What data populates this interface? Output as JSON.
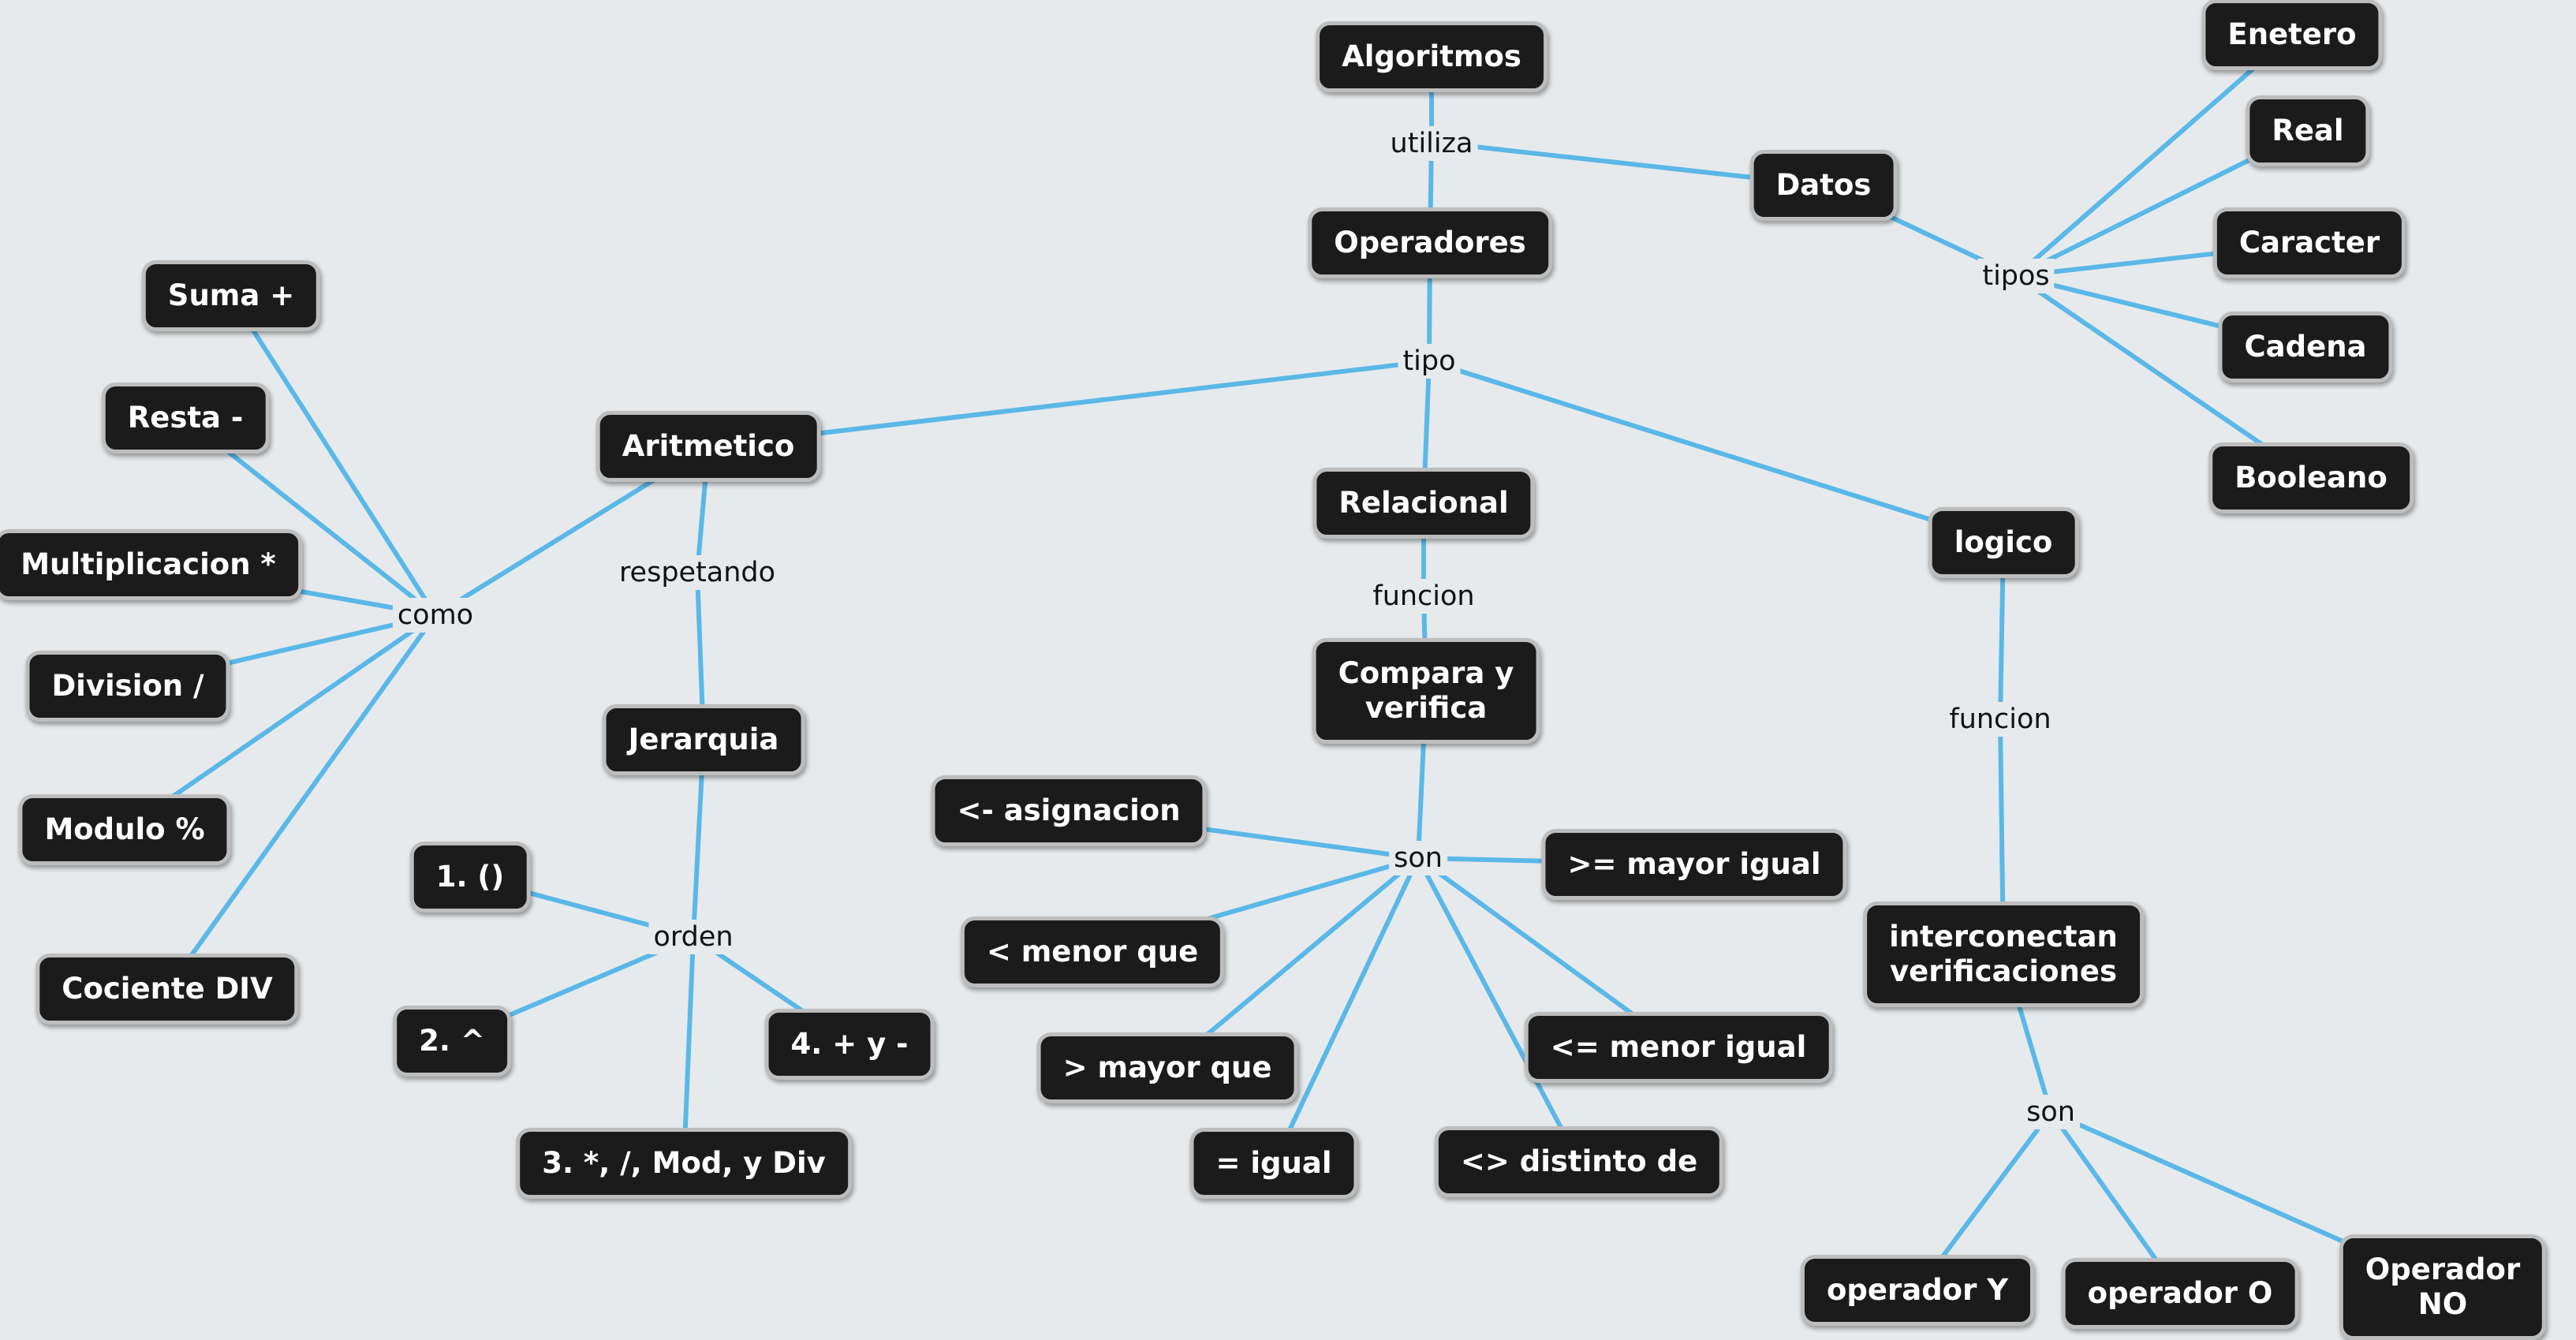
{
  "colors": {
    "background": "#e6eaec",
    "connector": "#5ab8e8",
    "node_fill": "#1b1b1b",
    "node_border": "#bdbdbd"
  },
  "nodes": {
    "algoritmos": "Algoritmos",
    "operadores": "Operadores",
    "datos": "Datos",
    "enetero": "Enetero",
    "real": "Real",
    "caracter": "Caracter",
    "cadena": "Cadena",
    "booleano": "Booleano",
    "aritmetico": "Aritmetico",
    "relacional": "Relacional",
    "logico": "logico",
    "suma": "Suma +",
    "resta": "Resta -",
    "multiplicacion": "Multiplicacion *",
    "division": "Division /",
    "modulo": "Modulo %",
    "cociente": "Cociente DIV",
    "jerarquia": "Jerarquia",
    "orden1": "1. ()",
    "orden2": "2.  ^",
    "orden3": "3. *, /, Mod, y Div",
    "orden4": "4. + y  -",
    "compara": "Compara y\nverifica",
    "asignacion": "<- asignacion",
    "menor_que": "< menor que",
    "mayor_que": "> mayor que",
    "igual": "= igual",
    "distinto": "<> distinto de",
    "menor_igual": "<= menor igual",
    "mayor_igual": ">= mayor igual",
    "interconectan": "interconectan\nverificaciones",
    "op_y": "operador  Y",
    "op_o": "operador O",
    "op_no": "Operador NO"
  },
  "links": {
    "utiliza": "utiliza",
    "tipos": "tipos",
    "tipo": "tipo",
    "como": "como",
    "respetando": "respetando",
    "orden": "orden",
    "funcion_rel": "funcion",
    "son_rel": "son",
    "funcion_log": "funcion",
    "son_log": "son"
  }
}
